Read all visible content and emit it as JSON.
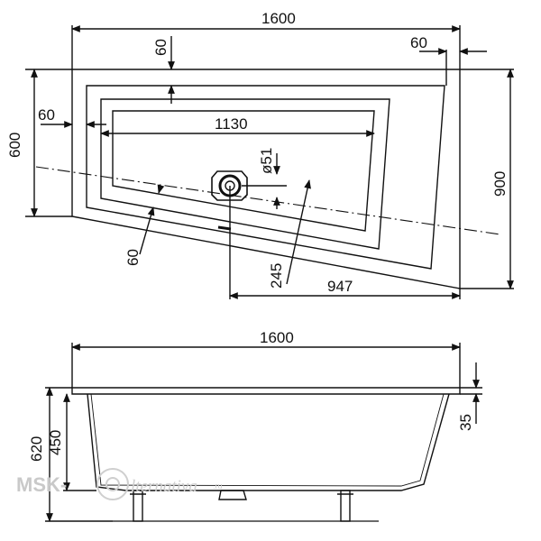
{
  "top_view": {
    "overall_length": "1600",
    "rim_left": "60",
    "rim_right": "60",
    "rim_side": "60",
    "rim_front": "60",
    "height_left": "600",
    "height_right": "900",
    "inner_length": "1130",
    "drain_diameter": "ø51",
    "drain_offset": "245",
    "drain_to_corner": "947"
  },
  "side_view": {
    "overall_length": "1600",
    "total_height": "620",
    "depth": "450",
    "rim_thickness": "35"
  },
  "watermark": {
    "left": "MSK-",
    "right": "lternativa",
    "tld": ".ru"
  },
  "colors": {
    "line": "#111111",
    "watermark": "#c9c9c9"
  }
}
